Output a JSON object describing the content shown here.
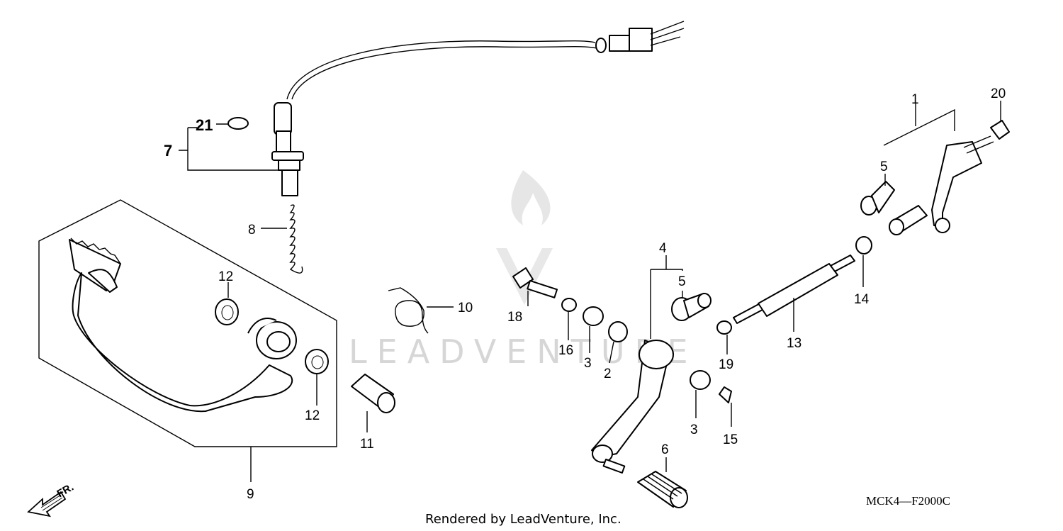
{
  "diagram_code": "MCK4—F2000C",
  "credit": "Rendered by LeadVenture, Inc.",
  "watermark": "LEADVENTURE",
  "front_indicator": "FR.",
  "callouts": {
    "c1": "1",
    "c2": "2",
    "c3a": "3",
    "c3b": "3",
    "c4": "4",
    "c5a": "5",
    "c5b": "5",
    "c6": "6",
    "c7": "7",
    "c8": "8",
    "c9": "9",
    "c10": "10",
    "c11": "11",
    "c12a": "12",
    "c12b": "12",
    "c13": "13",
    "c14": "14",
    "c15": "15",
    "c16": "16",
    "c18": "18",
    "c19": "19",
    "c20": "20",
    "c21": "21"
  }
}
